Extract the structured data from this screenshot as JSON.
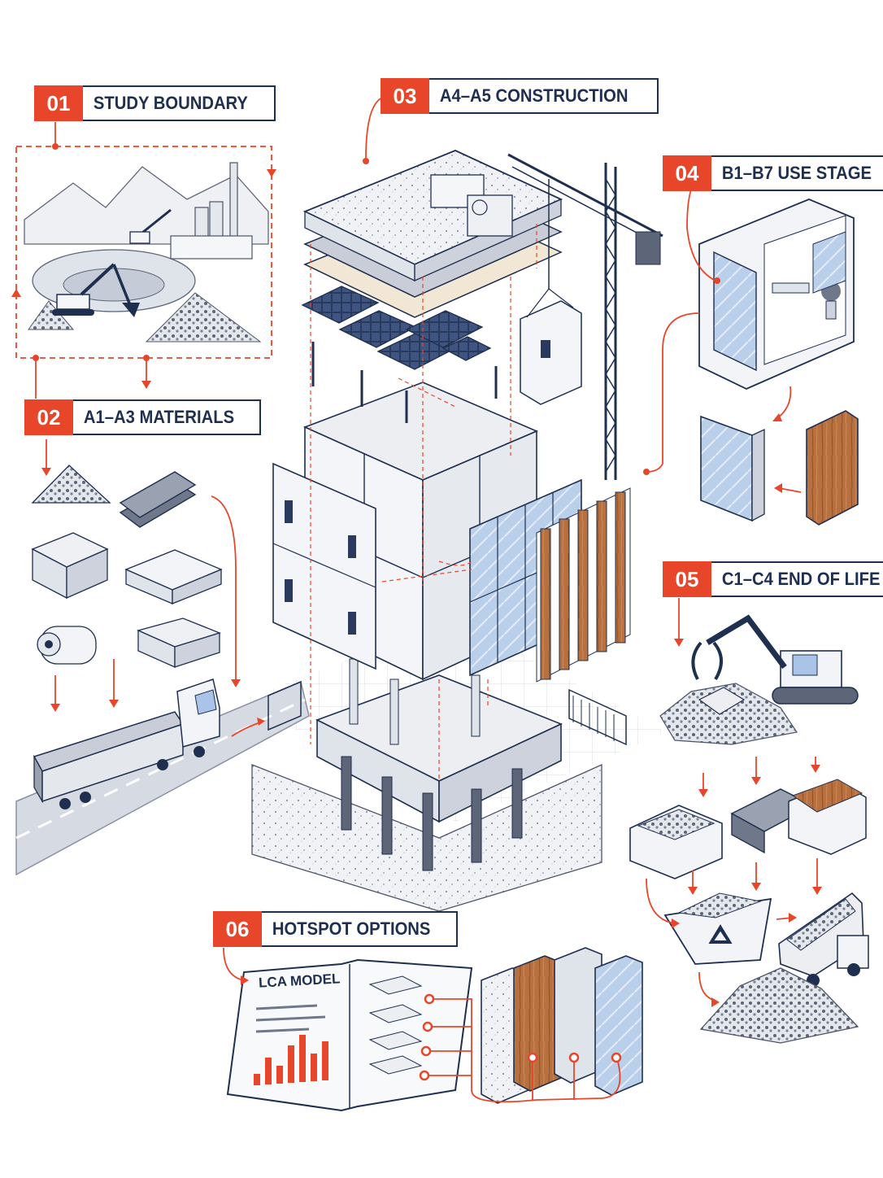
{
  "labels": [
    {
      "num": "01",
      "text": "STUDY BOUNDARY"
    },
    {
      "num": "02",
      "text": "A1–A3  MATERIALS"
    },
    {
      "num": "03",
      "text": "A4–A5  CONSTRUCTION"
    },
    {
      "num": "04",
      "text": "B1–B7 USE STAGE"
    },
    {
      "num": "05",
      "text": "C1–C4 END OF LIFE"
    },
    {
      "num": "06",
      "text": "HOTSPOT OPTIONS"
    }
  ],
  "book": {
    "title": "LCA MODEL"
  },
  "colors": {
    "accent": "#e8462a",
    "ink": "#1f2f4f",
    "glass": "#a9c4e6",
    "timber": "#b7703f",
    "concrete": "#eceef2"
  },
  "icons": [
    "recycle-icon",
    "crane-icon",
    "truck-icon",
    "excavator-icon",
    "solar-panel-icon"
  ]
}
